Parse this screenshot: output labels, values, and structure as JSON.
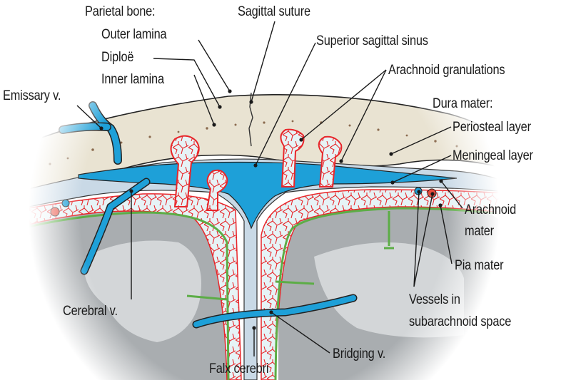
{
  "diagram": {
    "subject": "Coronal section of the scalp, skull, and meninges at the superior sagittal sinus",
    "colors": {
      "bone": "#e9e3d2",
      "diploe_speckle": "#8a6a4e",
      "venous_blood": "#1ea0d8",
      "dura": "#c9d9e6",
      "arachnoid_fill": "#e6f3f6",
      "arachnoid_vessels": "#e8262a",
      "pia": "#5cad46",
      "brain_dark": "#a9adb0",
      "brain_light": "#d3d6d8",
      "artery": "#e84a3c",
      "label_text": "#1a1a1a"
    }
  },
  "labels": {
    "parietal_bone": "Parietal bone:",
    "outer_lamina": "Outer lamina",
    "diploe": "Diploë",
    "inner_lamina": "Inner lamina",
    "sagittal_suture": "Sagittal suture",
    "superior_sagittal_sinus": "Superior sagittal sinus",
    "arachnoid_granulations": "Arachnoid granulations",
    "dura_mater": "Dura mater:",
    "periosteal_layer": "Periosteal layer",
    "meningeal_layer": "Meningeal layer",
    "emissary_v": "Emissary v.",
    "arachnoid_mater_1": "Arachnoid",
    "arachnoid_mater_2": "mater",
    "pia_mater": "Pia mater",
    "vessels_1": "Vessels in",
    "vessels_2": "subarachnoid space",
    "cerebral_v": "Cerebral v.",
    "bridging_v": "Bridging v.",
    "falx_cerebri": "Falx cerebri"
  }
}
